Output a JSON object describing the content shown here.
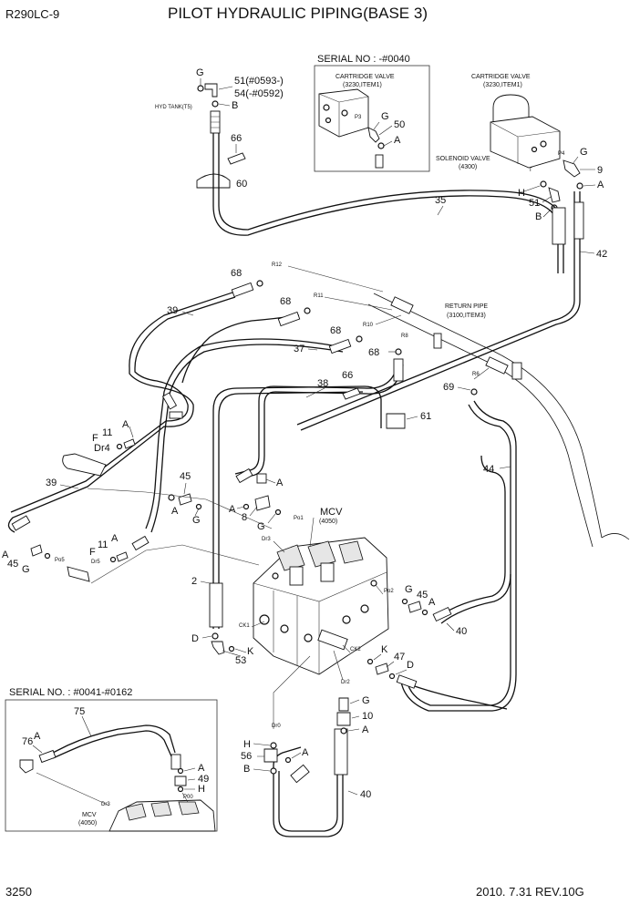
{
  "header": {
    "model": "R290LC-9",
    "title": "PILOT HYDRAULIC PIPING(BASE 3)"
  },
  "footer": {
    "page": "3250",
    "date_rev": "2010. 7.31  REV.10G"
  },
  "insets": {
    "serial_top": {
      "title": "SERIAL NO : -#0040",
      "cartridge": "CARTRIDGE VALVE",
      "cartridge_ref": "(3230,ITEM1)",
      "port": "P3",
      "callouts": [
        "G",
        "50",
        "A"
      ]
    },
    "serial_bottom": {
      "title": "SERIAL NO. : #0041-#0162",
      "mcv": "MCV",
      "mcv_ref": "(4050)",
      "port_dr3": "Dr3",
      "port_p00": "P00",
      "callouts": [
        "75",
        "76",
        "A",
        "A",
        "49",
        "H"
      ]
    }
  },
  "components": {
    "cartridge_valve": "CARTRIDGE VALVE",
    "cartridge_valve_ref": "(3230,ITEM1)",
    "solenoid_valve": "SOLENOID VALVE",
    "solenoid_valve_ref": "(4300)",
    "return_pipe": "RETURN PIPE",
    "return_pipe_ref": "(3100,ITEM3)",
    "mcv": "MCV",
    "mcv_ref": "(4050)",
    "hyd_tank": "HYD TANK(T5)"
  },
  "callouts": {
    "c_G_top": "G",
    "c_51_top": "51(#0593-)",
    "c_54_top": "54(-#0592)",
    "c_B_top": "B",
    "c_66a": "66",
    "c_60": "60",
    "c_G_sv": "G",
    "c_9": "9",
    "c_A_sv": "A",
    "c_H_sv": "H",
    "c_51_sv": "51",
    "c_B_sv": "B",
    "c_35": "35",
    "c_42": "42",
    "c_68a": "68",
    "c_68b": "68",
    "c_68c": "68",
    "c_68d": "68",
    "c_39a": "39",
    "c_37": "37",
    "c_38": "38",
    "c_66b": "66",
    "c_61": "61",
    "c_69": "69",
    "c_44": "44",
    "c_A_l1": "A",
    "c_F_l1": "F",
    "c_11_l1": "11",
    "c_Dr4": "Dr4",
    "c_39b": "39",
    "c_45a": "45",
    "c_A_m1": "A",
    "c_A_m2": "A",
    "c_8": "8",
    "c_A_m3": "A",
    "c_G_m1": "G",
    "c_G_m2": "G",
    "c_A_l2": "A",
    "c_45_l2": "45",
    "c_G_l2": "G",
    "c_F_l3": "F",
    "c_11_l3": "11",
    "c_A_l3": "A",
    "c_2": "2",
    "c_G_r1": "G",
    "c_45_r1": "45",
    "c_A_r1": "A",
    "c_40a": "40",
    "c_D_l": "D",
    "c_53": "53",
    "c_K_l": "K",
    "c_K_r": "K",
    "c_47": "47",
    "c_D_r": "D",
    "c_G_b": "G",
    "c_10": "10",
    "c_A_b": "A",
    "c_H_b": "H",
    "c_56": "56",
    "c_B_b": "B",
    "c_A_b2": "A",
    "c_40b": "40"
  },
  "ports": {
    "p_R12": "R12",
    "p_R11": "R11",
    "p_R10": "R10",
    "p_R8": "R8",
    "p_R6": "R6",
    "p_P4": "P4",
    "p_T": "T",
    "p_Po1": "Po1",
    "p_Dr3": "Dr3",
    "p_Po2": "Po2",
    "p_CK1": "CK1",
    "p_CK2": "CK2",
    "p_Dr2": "Dr2",
    "p_Dr0": "Dr0",
    "p_Po5": "Po5",
    "p_Dr5": "Dr5"
  }
}
